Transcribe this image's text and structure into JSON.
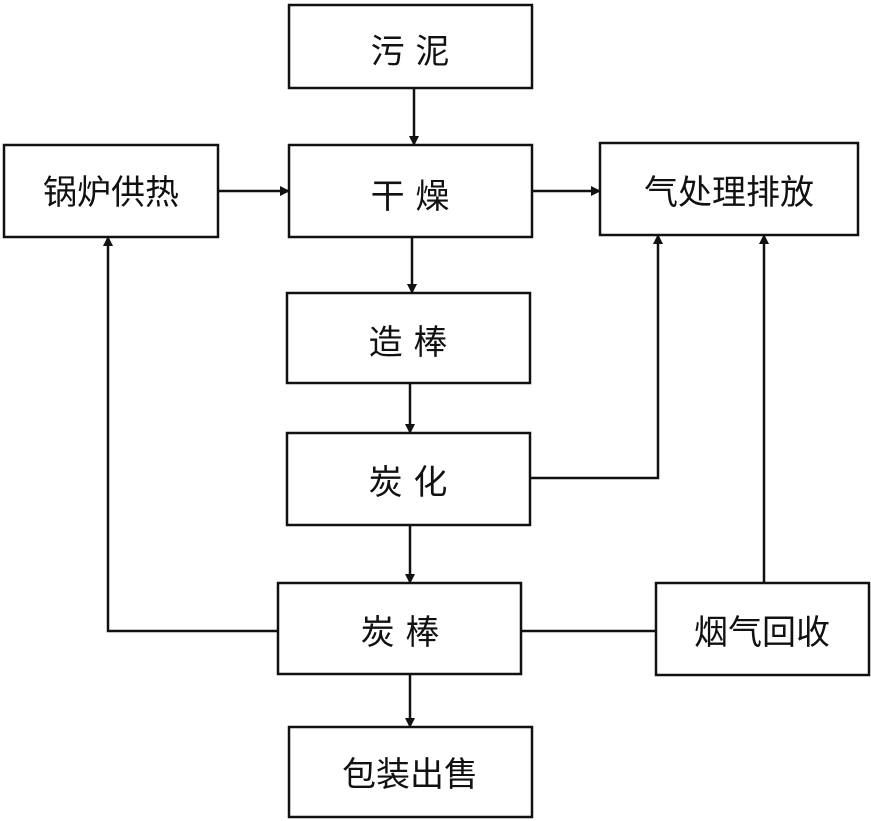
{
  "nodes": {
    "sludge": "污 泥",
    "drying": "干 燥",
    "boiler": "锅炉供热",
    "gas_treatment": "气处理排放",
    "rod_forming": "造 棒",
    "carbonization": "炭 化",
    "carbon_rod": "炭 棒",
    "flue_gas_recovery": "烟气回收",
    "package_sale": "包装出售"
  },
  "colors": {
    "line": "#111111",
    "box_fill": "#ffffff"
  }
}
